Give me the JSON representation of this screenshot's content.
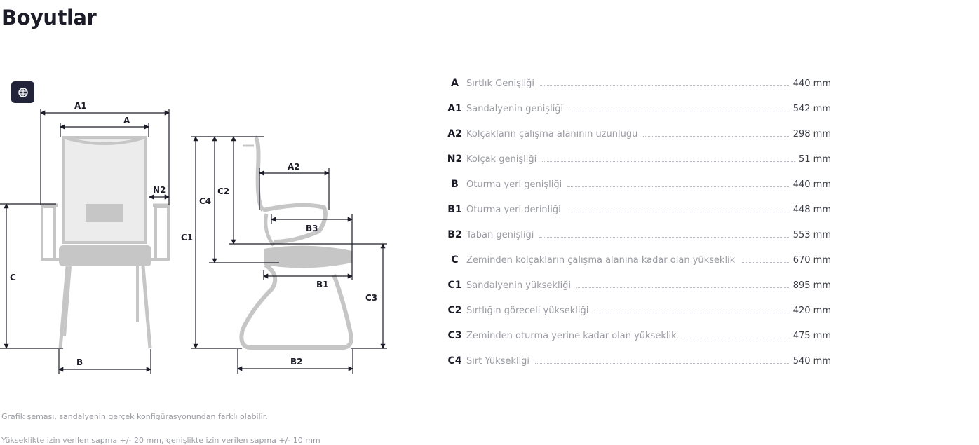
{
  "page": {
    "title": "Boyutlar"
  },
  "icons": {
    "badge": "brain-icon"
  },
  "colors": {
    "badge_bg": "#22253a",
    "chair": "#c8c8c8",
    "dim_line": "#1c1c28"
  },
  "diagram_labels": {
    "A1": "A1",
    "A": "A",
    "N2": "N2",
    "C": "C",
    "B": "B",
    "C1": "C1",
    "C4": "C4",
    "C2": "C2",
    "A2": "A2",
    "B3": "B3",
    "B1": "B1",
    "C3": "C3",
    "B2": "B2"
  },
  "dimensions": [
    {
      "code": "A",
      "label": "Sırtlık Genişliği",
      "value": "440 mm"
    },
    {
      "code": "A1",
      "label": "Sandalyenin genişliği",
      "value": "542 mm"
    },
    {
      "code": "A2",
      "label": "Kolçakların çalışma alanının uzunluğu",
      "value": "298 mm"
    },
    {
      "code": "N2",
      "label": "Kolçak genişliği",
      "value": "51 mm"
    },
    {
      "code": "B",
      "label": "Oturma yeri genişliği",
      "value": "440 mm"
    },
    {
      "code": "B1",
      "label": "Oturma yeri derinliği",
      "value": "448 mm"
    },
    {
      "code": "B2",
      "label": "Taban genişliği",
      "value": "553 mm"
    },
    {
      "code": "C",
      "label": "Zeminden kolçakların çalışma alanına kadar olan yükseklik",
      "value": "670 mm"
    },
    {
      "code": "C1",
      "label": "Sandalyenin yüksekliği",
      "value": "895 mm"
    },
    {
      "code": "C2",
      "label": "Sırtlığın göreceli yüksekliği",
      "value": "420 mm"
    },
    {
      "code": "C3",
      "label": "Zeminden oturma yerine kadar olan yükseklik",
      "value": "475 mm"
    },
    {
      "code": "C4",
      "label": "Sırt Yüksekliği",
      "value": "540 mm"
    }
  ],
  "notes": {
    "note1": "Grafik şeması, sandalyenin gerçek konfigürasyonundan farklı olabilir.",
    "note2": "Yükseklikte izin verilen sapma +/- 20 mm, genişlikte izin verilen sapma +/- 10 mm"
  }
}
